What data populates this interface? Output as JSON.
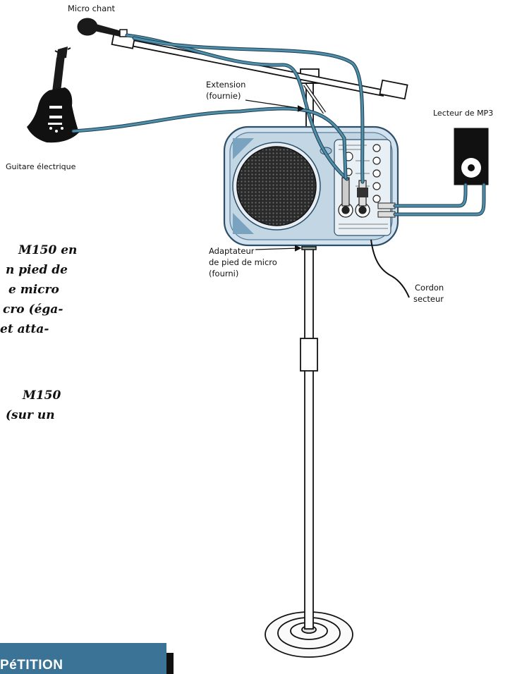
{
  "labels": {
    "micro_chant": "Micro chant",
    "guitare": "Guitare électrique",
    "extension_1": "Extension",
    "extension_2": "(fournie)",
    "lecteur": "Lecteur de MP3",
    "adaptateur_1": "Adaptateur",
    "adaptateur_2": "de pied de micro",
    "adaptateur_3": "(fourni)",
    "cordon_1": "Cordon",
    "cordon_2": "secteur"
  },
  "body_text": {
    "lines": [
      "M150 en",
      "n pied de",
      "e micro",
      "cro (éga-",
      "et atta-",
      "",
      "M150",
      "(sur un"
    ]
  },
  "banner": {
    "text": "PéTITION"
  },
  "colors": {
    "cable": "#4f8faa",
    "speaker_body": "#d2e2ee",
    "speaker_outline": "#2e4f6a",
    "grille": "#2c2c2c",
    "banner": "#3b7396",
    "ink": "#111111"
  }
}
